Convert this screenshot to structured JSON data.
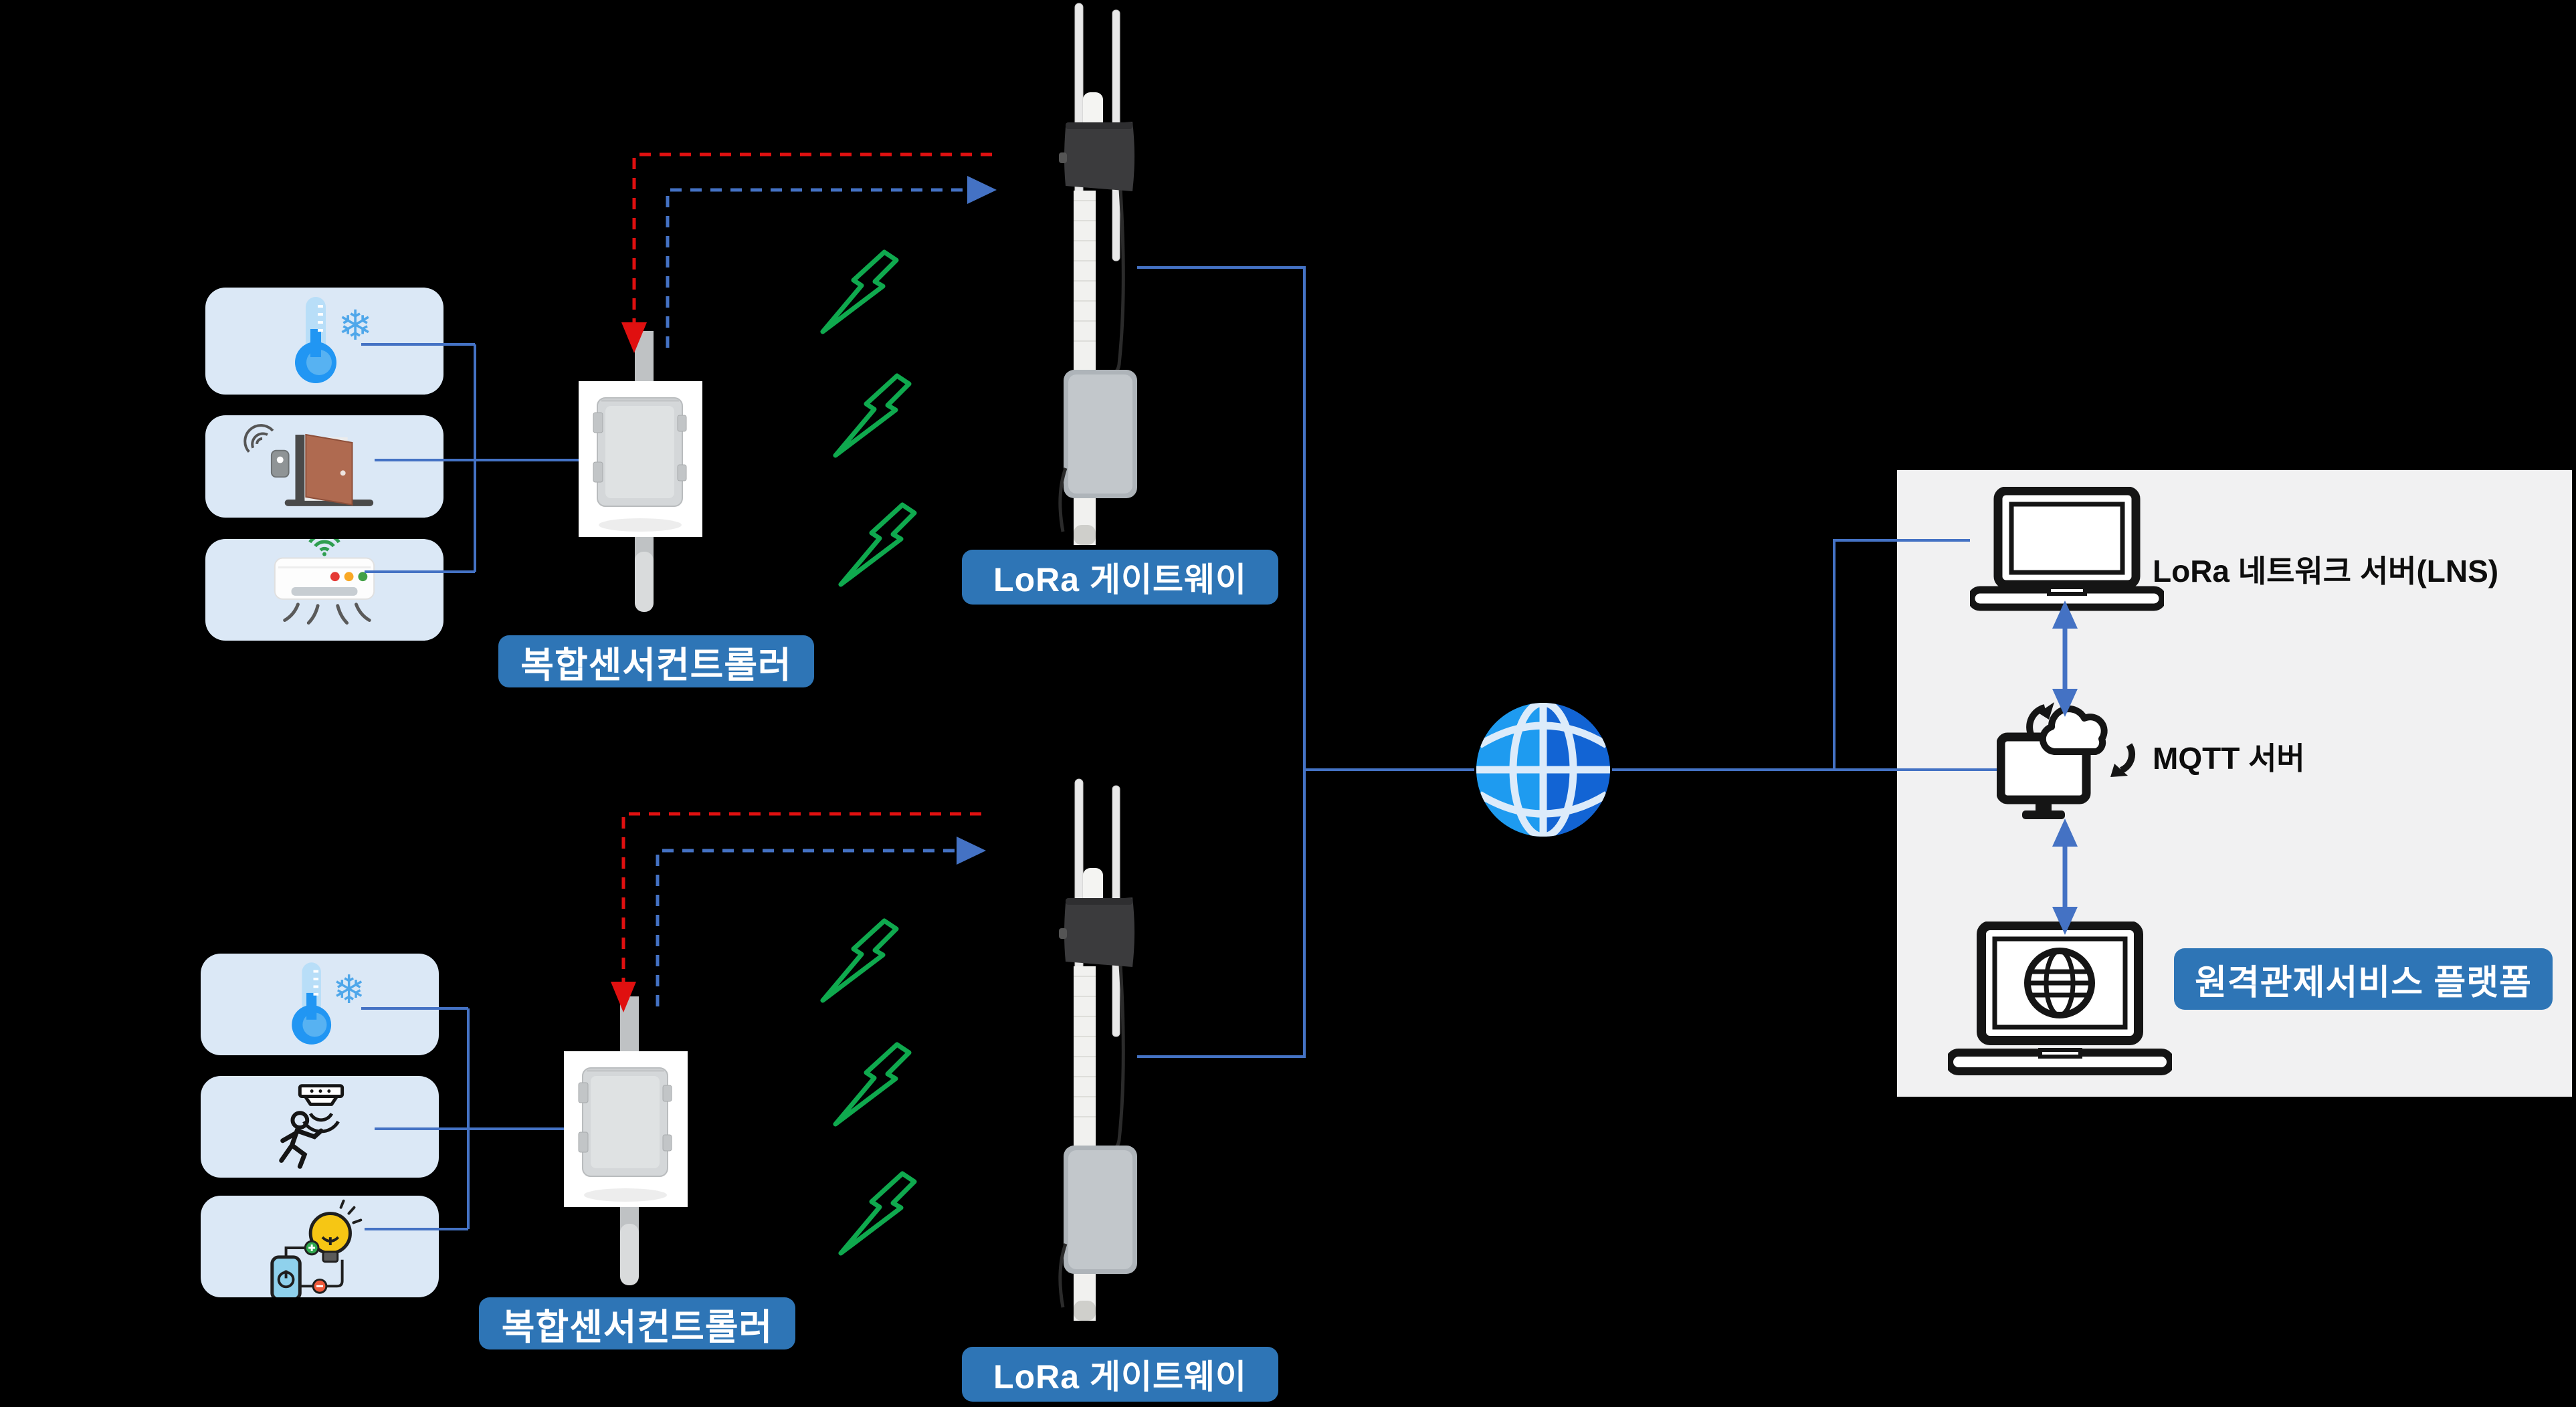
{
  "labels": {
    "controller": "복합센서컨트롤러",
    "gateway": "LoRa 게이트웨이",
    "lns": "LoRa 네트워크 서버(LNS)",
    "mqtt": "MQTT 서버",
    "platform": "원격관제서비스 플랫폼"
  },
  "glyphs": {
    "snowflake": "❄"
  },
  "colors": {
    "background": "#000000",
    "badge_blue": "#2E75B6",
    "card_blue": "#DBE8F6",
    "panel_gray": "#F1F1F2",
    "line_blue": "#4472C4",
    "downlink_red": "#E01010",
    "rf_green": "#0FA94E",
    "globe_light": "#1E9BF0",
    "globe_dark": "#1264D4"
  },
  "sensors": {
    "top": [
      "temperature-sensor",
      "door-sensor",
      "air-conditioner"
    ],
    "bottom": [
      "temperature-sensor",
      "motion-sensor",
      "lighting-control"
    ]
  }
}
